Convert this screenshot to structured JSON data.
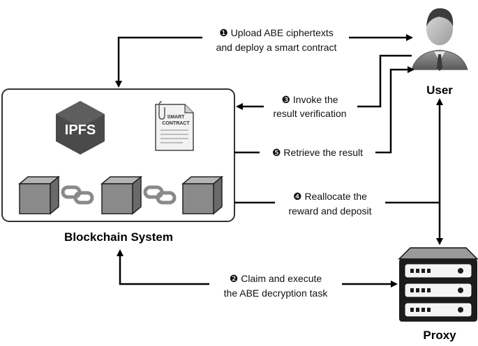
{
  "nodes": {
    "blockchain": {
      "label": "Blockchain System",
      "ipfs_text": "IPFS",
      "contract_text": [
        "SMART",
        "CONTRACT"
      ]
    },
    "user": {
      "label": "User"
    },
    "proxy": {
      "label": "Proxy"
    }
  },
  "steps": [
    {
      "marker": "❶",
      "lines": [
        "Upload ABE ciphertexts",
        "and deploy a smart contract"
      ]
    },
    {
      "marker": "❷",
      "lines": [
        "Claim and execute",
        "the ABE decryption task"
      ]
    },
    {
      "marker": "❸",
      "lines": [
        "Invoke the",
        "result verification"
      ]
    },
    {
      "marker": "❹",
      "lines": [
        "Reallocate the",
        "reward and deposit"
      ]
    },
    {
      "marker": "❺",
      "lines": [
        "Retrieve the result"
      ]
    }
  ],
  "colors": {
    "stroke": "#000000",
    "cube_front": "#8a8a8a",
    "cube_top": "#b5b5b5",
    "cube_side": "#6a6a6a",
    "ipfs": "#4a4a4a"
  }
}
